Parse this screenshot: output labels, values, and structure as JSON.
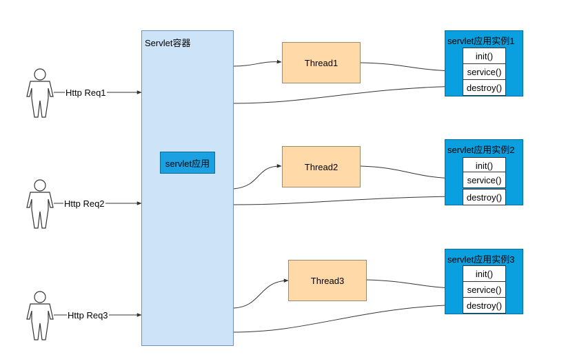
{
  "container": {
    "title": "Servlet容器"
  },
  "app": {
    "label": "servlet应用"
  },
  "requests": [
    {
      "label": "Http Req1"
    },
    {
      "label": "Http Req2"
    },
    {
      "label": "Http Req3"
    }
  ],
  "threads": [
    {
      "label": "Thread1"
    },
    {
      "label": "Thread2"
    },
    {
      "label": "Thread3"
    }
  ],
  "instances": [
    {
      "title": "servlet应用实例1",
      "methods": [
        "init()",
        "service()",
        "destroy()"
      ]
    },
    {
      "title": "servlet应用实例2",
      "methods": [
        "init()",
        "service()",
        "destroy()"
      ]
    },
    {
      "title": "servlet应用实例3",
      "methods": [
        "init()",
        "service()",
        "destroy()"
      ]
    }
  ],
  "colors": {
    "container_fill": "#cce3f8",
    "app_fill": "#1ba1e2",
    "thread_fill": "#ffd9a8",
    "instance_fill": "#0aa0e0",
    "arrow": "#333333"
  },
  "icons": {
    "user": "person-outline-icon"
  }
}
